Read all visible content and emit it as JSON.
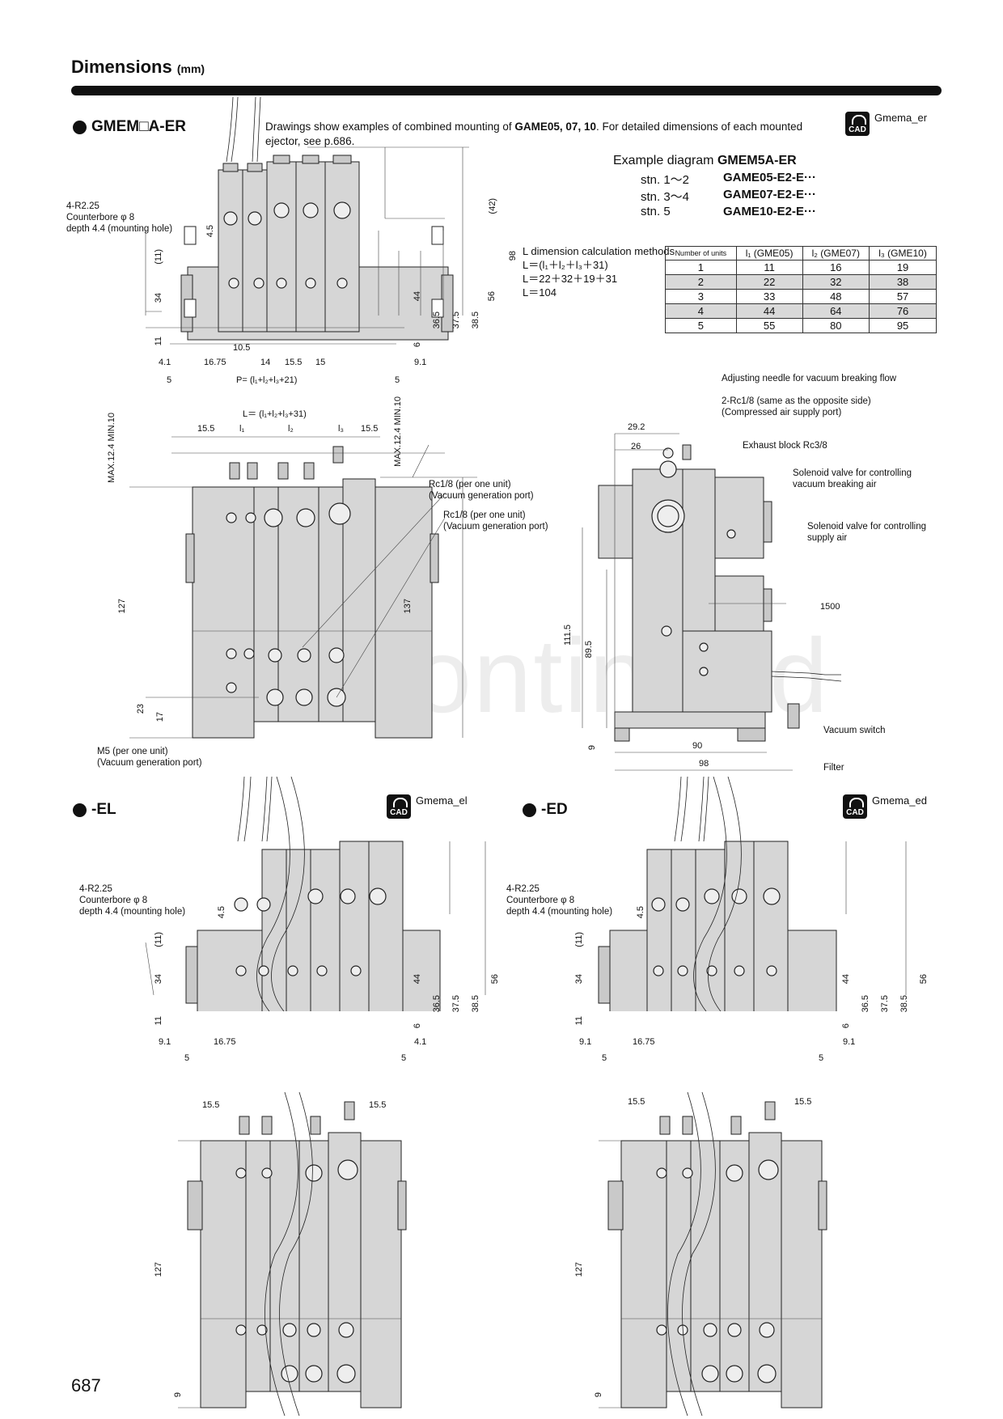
{
  "header": {
    "title": "Dimensions",
    "unit": "(mm)"
  },
  "sections": {
    "er": {
      "label": "GMEM□A-ER",
      "cad": "Gmema_er"
    },
    "el": {
      "label": "-EL",
      "cad": "Gmema_el"
    },
    "ed": {
      "label": "-ED",
      "cad": "Gmema_ed"
    }
  },
  "cad_badge": "CAD",
  "note": {
    "prefix": "Drawings show examples of combined mounting of ",
    "models": "GAME05, 07, 10",
    "suffix": ". For detailed dimensions of each mounted ejector, see p.686."
  },
  "example": {
    "heading_prefix": "Example diagram ",
    "heading_model": "GMEM5A-ER",
    "rows": [
      {
        "stn": "stn. 1〜2",
        "model": "GAME05-E2-E···"
      },
      {
        "stn": "stn. 3〜4",
        "model": "GAME07-E2-E···"
      },
      {
        "stn": "stn. 5",
        "model": "GAME10-E2-E···"
      }
    ]
  },
  "lcalc": {
    "title": "L dimension calculation methods",
    "lines": [
      "L＝(l₁＋l₂＋l₃＋31)",
      "L＝22＋32＋19＋31",
      "L＝104"
    ]
  },
  "ltable": {
    "headers": [
      "Number of units",
      "l₁ (GME05)",
      "l₂ (GME07)",
      "l₃ (GME10)"
    ],
    "rows": [
      [
        "1",
        "11",
        "16",
        "19"
      ],
      [
        "2",
        "22",
        "32",
        "38"
      ],
      [
        "3",
        "33",
        "48",
        "57"
      ],
      [
        "4",
        "44",
        "64",
        "76"
      ],
      [
        "5",
        "55",
        "80",
        "95"
      ]
    ]
  },
  "callouts": {
    "mount_hole": [
      "4-R2.25",
      "Counterbore φ 8",
      "depth 4.4 (mounting hole)"
    ],
    "rc_port_1": [
      "Rc1/8 (per one unit)",
      "(Vacuum generation port)"
    ],
    "rc_port_2": [
      "Rc1/8 (per one unit)",
      "(Vacuum generation port)"
    ],
    "m5_port": [
      "M5 (per one unit)",
      "(Vacuum generation port)"
    ],
    "needle": "Adjusting needle for vacuum breaking flow",
    "supply_port": [
      "2-Rc1/8 (same as the opposite side)",
      "(Compressed air supply port)"
    ],
    "exhaust": "Exhaust block Rc3/8",
    "sol_break": [
      "Solenoid valve for controlling",
      "vacuum breaking air"
    ],
    "sol_supply": [
      "Solenoid valve for controlling",
      "supply air"
    ],
    "vac_switch": "Vacuum switch",
    "filter": "Filter"
  },
  "dims": {
    "top_er": {
      "h42": "(42)",
      "h98": "98",
      "h56": "56",
      "h44": "44",
      "h36_5": "36.5",
      "h37_5": "37.5",
      "h38_5": "38.5",
      "h4_5": "4.5",
      "h11a": "(11)",
      "h34": "34",
      "h11b": "11",
      "h6": "6",
      "w4_1": "4.1",
      "w16_75": "16.75",
      "w10_5": "10.5",
      "w14": "14",
      "w15_5": "15.5",
      "w15": "15",
      "w9_1": "9.1",
      "w5a": "5",
      "w5b": "5",
      "p_eq": "P= (l₁+l₂+l₃+21)"
    },
    "front_er": {
      "l_eq": "L＝ (l₁+l₂+l₃+31)",
      "w15_5a": "15.5",
      "l1": "l₁",
      "l2": "l₂",
      "l3": "l₃",
      "w15_5b": "15.5",
      "max_min": "MAX.12.4 MIN.10",
      "max_min_r": "MAX.12.4 MIN.10",
      "h127": "127",
      "h137": "137",
      "h23": "23",
      "h17": "17"
    },
    "side": {
      "w29_2": "29.2",
      "w26": "26",
      "h111_5": "111.5",
      "h89_5": "89.5",
      "h9": "9",
      "w90": "90",
      "w98": "98",
      "w1500": "1500"
    },
    "top_el": {
      "h4_5": "4.5",
      "h11a": "(11)",
      "h34": "34",
      "h11b": "11",
      "h44": "44",
      "h36_5": "36.5",
      "h37_5": "37.5",
      "h38_5": "38.5",
      "h56": "56",
      "h6": "6",
      "w9_1": "9.1",
      "w16_75": "16.75",
      "w4_1": "4.1",
      "w5a": "5",
      "w5b": "5"
    },
    "top_ed": {
      "h4_5": "4.5",
      "h11a": "(11)",
      "h34": "34",
      "h11b": "11",
      "h44": "44",
      "h36_5": "36.5",
      "h37_5": "37.5",
      "h38_5": "38.5",
      "h56": "56",
      "h6": "6",
      "w9_1a": "9.1",
      "w16_75": "16.75",
      "w9_1b": "9.1",
      "w5a": "5",
      "w5b": "5"
    },
    "front_el": {
      "w15_5a": "15.5",
      "w15_5b": "15.5",
      "h127": "127",
      "h9": "9"
    },
    "front_ed": {
      "w15_5a": "15.5",
      "w15_5b": "15.5",
      "h127": "127",
      "h9": "9"
    }
  },
  "watermark": "Discontinued",
  "page_number": "687"
}
